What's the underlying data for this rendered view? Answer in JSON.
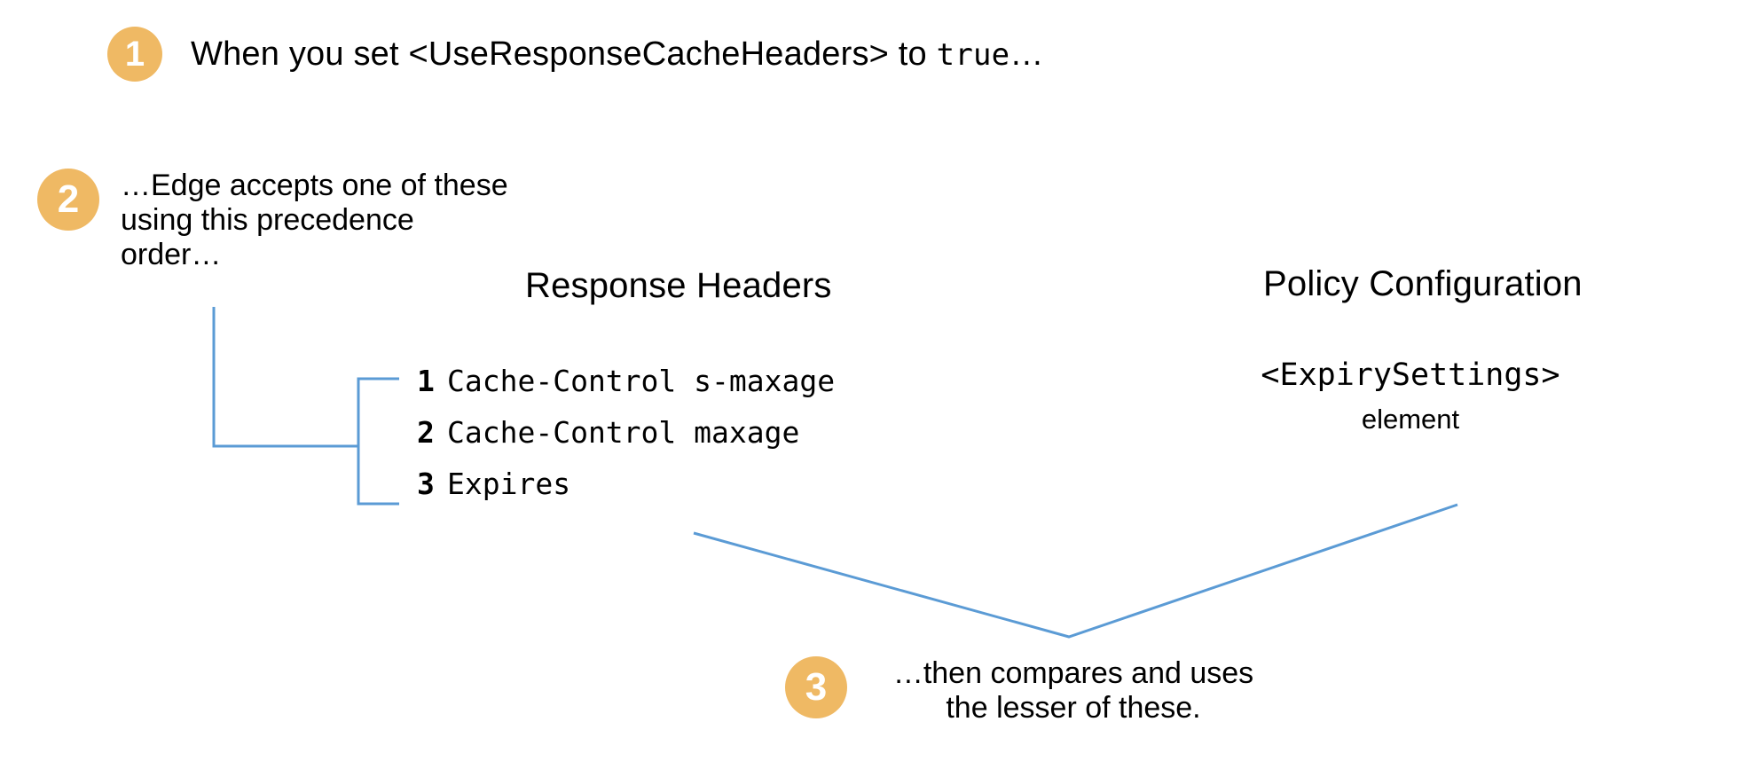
{
  "colors": {
    "badge": "#EFB964",
    "connector_line": "#5B9BD5",
    "text": "#000000",
    "background": "#FFFFFF"
  },
  "steps": {
    "step1": {
      "badge": "1",
      "text_before_code": "When you set <UseResponseCacheHeaders> to ",
      "code": "true",
      "text_after_code": "…"
    },
    "step2": {
      "badge": "2",
      "line1": "…Edge accepts one of these",
      "line2": "using this precedence",
      "line3": "order…"
    },
    "step3": {
      "badge": "3",
      "line1": "…then compares and uses",
      "line2": "the lesser of these."
    }
  },
  "columns": {
    "response_headers": {
      "title": "Response Headers",
      "items": [
        {
          "num": "1",
          "label": "Cache-Control s-maxage"
        },
        {
          "num": "2",
          "label": "Cache-Control maxage"
        },
        {
          "num": "3",
          "label": "Expires"
        }
      ]
    },
    "policy_configuration": {
      "title": "Policy Configuration",
      "element_code": "<ExpirySettings>",
      "element_word": "element"
    }
  }
}
